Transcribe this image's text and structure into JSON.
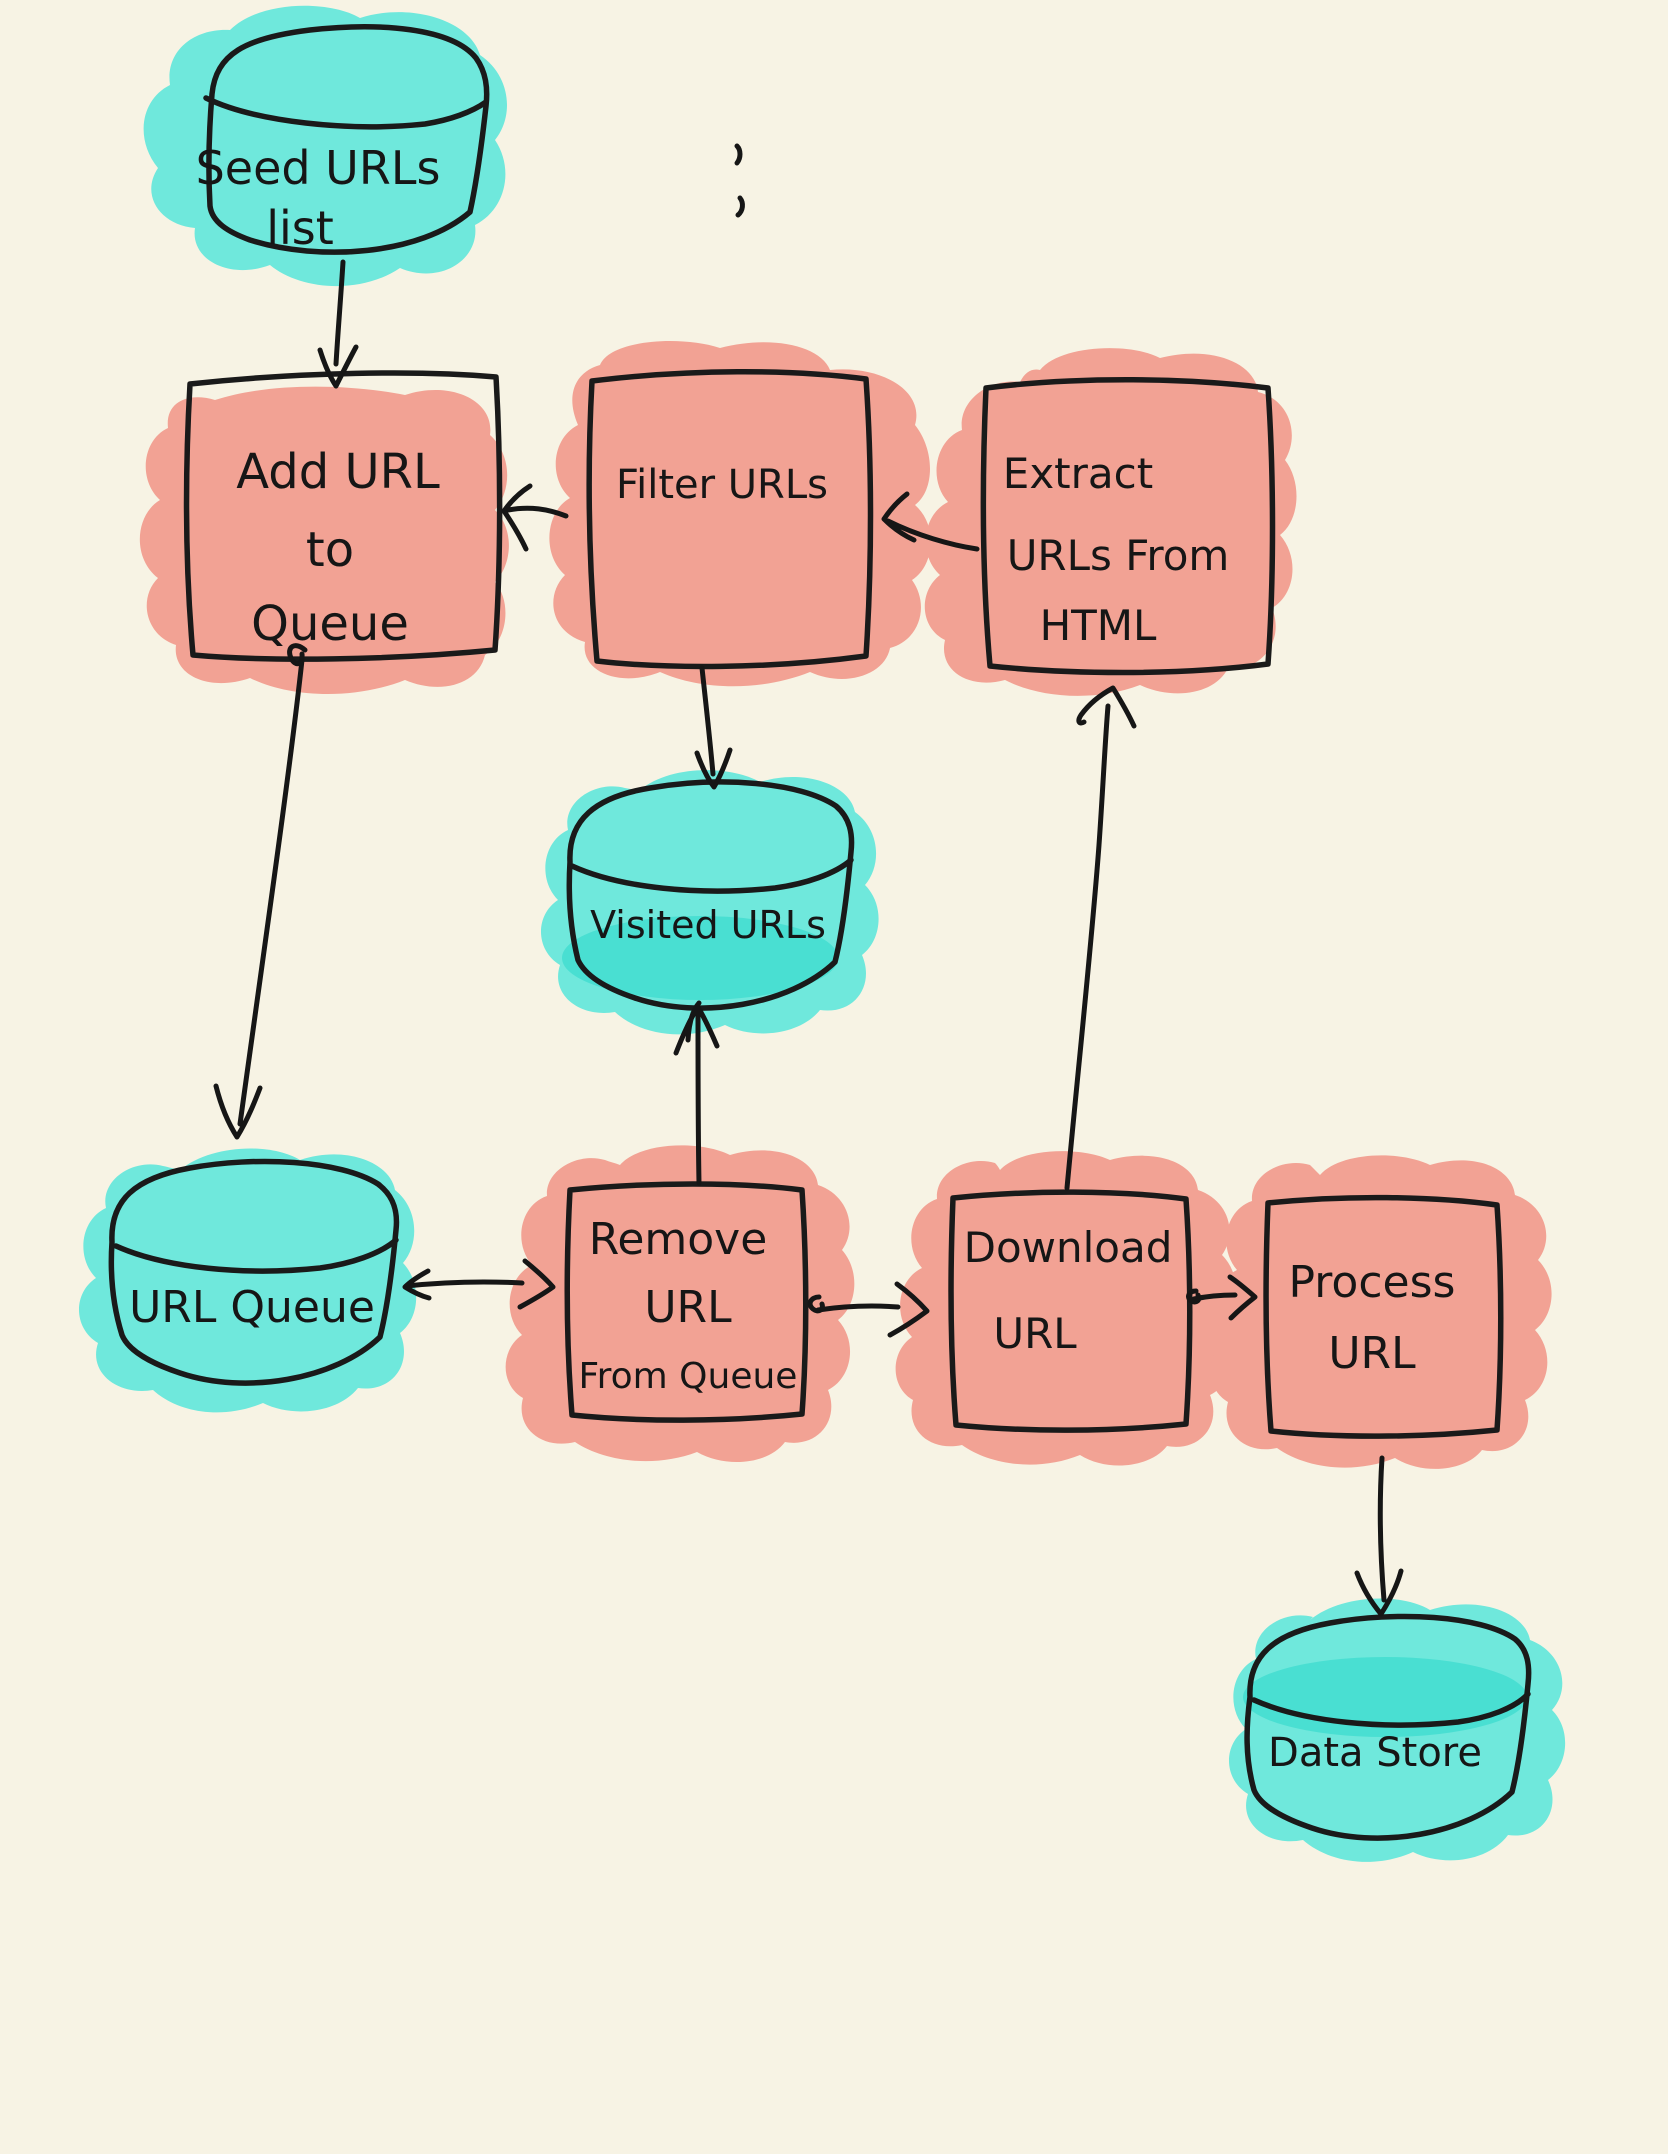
{
  "page": {
    "title": "Web crawler flow sketch",
    "background": "#F7F3E4"
  },
  "colors": {
    "background": "#F7F3E4",
    "process_fill": "#F2A294",
    "datastore_fill": "#6FE8DC",
    "datastore_fill_dark": "#49DFD2",
    "ink": "#1A1A1A"
  },
  "nodes": {
    "seed_urls_list": {
      "shape": "datastore",
      "label": "Seed URLs list",
      "lines": [
        "Seed URLs",
        "list"
      ]
    },
    "add_url_to_queue": {
      "shape": "process",
      "label": "Add URL to Queue",
      "lines": [
        "Add URL",
        "to",
        "Queue"
      ]
    },
    "filter_urls": {
      "shape": "process",
      "label": "Filter URLs",
      "lines": [
        "Filter URLs"
      ]
    },
    "extract_urls_from_html": {
      "shape": "process",
      "label": "Extract URLs From HTML",
      "lines": [
        "Extract",
        "URLs From",
        "HTML"
      ]
    },
    "visited_urls": {
      "shape": "datastore",
      "label": "Visited URLs",
      "lines": [
        "Visited URLs"
      ]
    },
    "url_queue": {
      "shape": "datastore",
      "label": "URL Queue",
      "lines": [
        "URL Queue"
      ]
    },
    "remove_url_from_queue": {
      "shape": "process",
      "label": "Remove URL From Queue",
      "lines": [
        "Remove",
        "URL",
        "From Queue"
      ]
    },
    "download_url": {
      "shape": "process",
      "label": "Download URL",
      "lines": [
        "Download",
        "URL"
      ]
    },
    "process_url": {
      "shape": "process",
      "label": "Process URL",
      "lines": [
        "Process",
        "URL"
      ]
    },
    "data_store": {
      "shape": "datastore",
      "label": "Data Store",
      "lines": [
        "Data Store"
      ]
    }
  },
  "edges": [
    {
      "from": "seed_urls_list",
      "to": "add_url_to_queue"
    },
    {
      "from": "filter_urls",
      "to": "add_url_to_queue"
    },
    {
      "from": "extract_urls_from_html",
      "to": "filter_urls"
    },
    {
      "from": "filter_urls",
      "to": "visited_urls"
    },
    {
      "from": "add_url_to_queue",
      "to": "url_queue"
    },
    {
      "from": "url_queue",
      "to": "remove_url_from_queue"
    },
    {
      "from": "remove_url_from_queue",
      "to": "visited_urls"
    },
    {
      "from": "remove_url_from_queue",
      "to": "download_url"
    },
    {
      "from": "download_url",
      "to": "extract_urls_from_html"
    },
    {
      "from": "download_url",
      "to": "process_url"
    },
    {
      "from": "process_url",
      "to": "data_store"
    }
  ]
}
